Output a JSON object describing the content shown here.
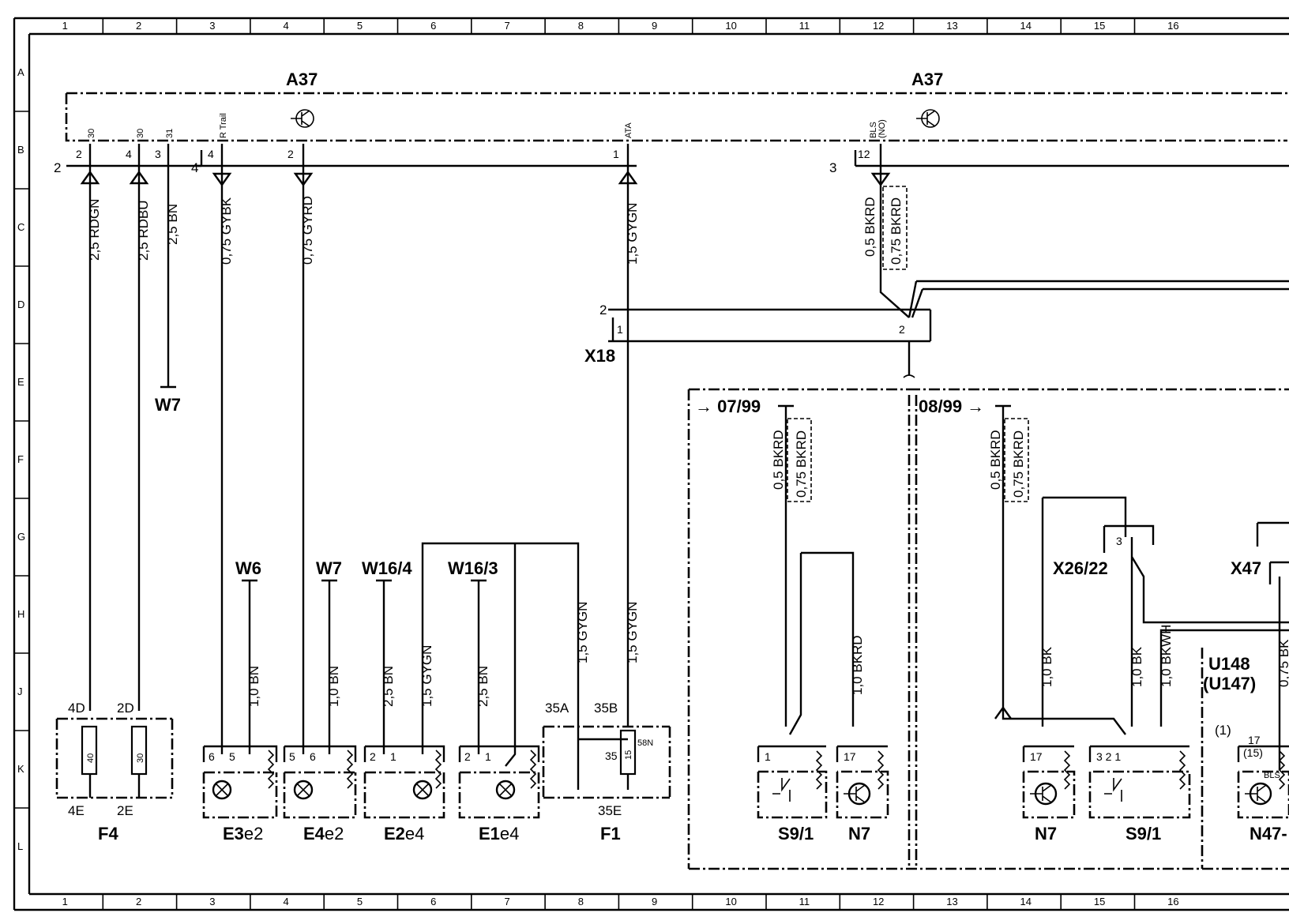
{
  "grid": {
    "columns": [
      "1",
      "2",
      "3",
      "4",
      "5",
      "6",
      "7",
      "8",
      "9",
      "10",
      "11",
      "12",
      "13",
      "14",
      "15",
      "16"
    ],
    "rows": [
      "A",
      "B",
      "C",
      "D",
      "E",
      "F",
      "G",
      "H",
      "J",
      "K",
      "L"
    ]
  },
  "components": {
    "a37_left": "A37",
    "a37_right": "A37",
    "x18": "X18",
    "f4": "F4",
    "f1": "F1",
    "e3": "E3",
    "e3_sub": "e2",
    "e4": "E4",
    "e4_sub": "e2",
    "e2": "E2",
    "e2_sub": "e4",
    "e1": "E1",
    "e1_sub": "e4",
    "s91_a": "S9/1",
    "n7_a": "N7",
    "n7_b": "N7",
    "s91_b": "S9/1",
    "n47": "N47-",
    "x26_22": "X26/22",
    "x47": "X47",
    "u148": "U148",
    "u147": "(U147)",
    "w7_a": "W7",
    "w6": "W6",
    "w7_b": "W7",
    "w16_4": "W16/4",
    "w16_3": "W16/3"
  },
  "pins": {
    "a37_rdgn": "30",
    "a37_rdbu": "30",
    "a37_bn": "31",
    "a37_rtrail": "R Trail",
    "a37_ata": "ATA",
    "a37_bls": "BLS",
    "a37_no": "(NO)"
  },
  "wires": {
    "w1": "2,5  RDGN",
    "w2": "2,5  RDBU",
    "w3": "2,5  BN",
    "w4": "0,75  GYBK",
    "w5": "0,75  GYRD",
    "w6": "1,5  GYGN",
    "w7": "0,5  BKRD",
    "w7b": "0,75  BKRD",
    "w8": "1,0  BN",
    "w9": "1,0  BN",
    "w10": "2,5  BN",
    "w11": "1,5  GYGN",
    "w12": "2,5  BN",
    "w13": "1,5  GYGN",
    "w14": "1,5  GYGN",
    "w15": "0,5  BKRD",
    "w15b": "0,75  BKRD",
    "w16": "1,0  BKRD",
    "w17": "0,5  BKRD",
    "w17b": "0,75  BKRD",
    "w18": "1,0  BK",
    "w19": "1,0  BK",
    "w20": "1,0  BKWH",
    "w21": "0,75  BK"
  },
  "notes": {
    "before_0799": "→ 07/99",
    "from_0899": "08/99 →",
    "f4_4d": "4D",
    "f4_2d": "2D",
    "f4_4e": "4E",
    "f4_2e": "2E",
    "f4_fuse40": "40",
    "f4_fuse30": "30",
    "f1_35a": "35A",
    "f1_35b": "35B",
    "f1_35e": "35E",
    "f1_35": "35",
    "f1_58n": "58N",
    "f1_fuse15": "15",
    "one_paren": "(1)",
    "n47_17": "17",
    "n47_15": "(15)",
    "n47_bls": "BLS"
  }
}
